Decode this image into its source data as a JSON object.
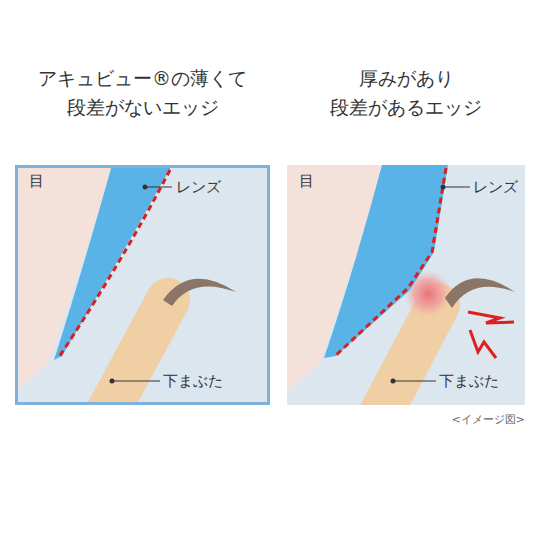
{
  "diagram": {
    "caption": "<イメージ図>",
    "nodes": [
      {
        "text": [
          "アキュビュー®の薄くて 段差がないエッジ",
          "目",
          "レンズ",
          "下まぶた"
        ]
      },
      {
        "text": [
          "厚みがあり 段差があるエッジ",
          "目",
          "レンズ",
          "下まぶた"
        ]
      }
    ]
  }
}
